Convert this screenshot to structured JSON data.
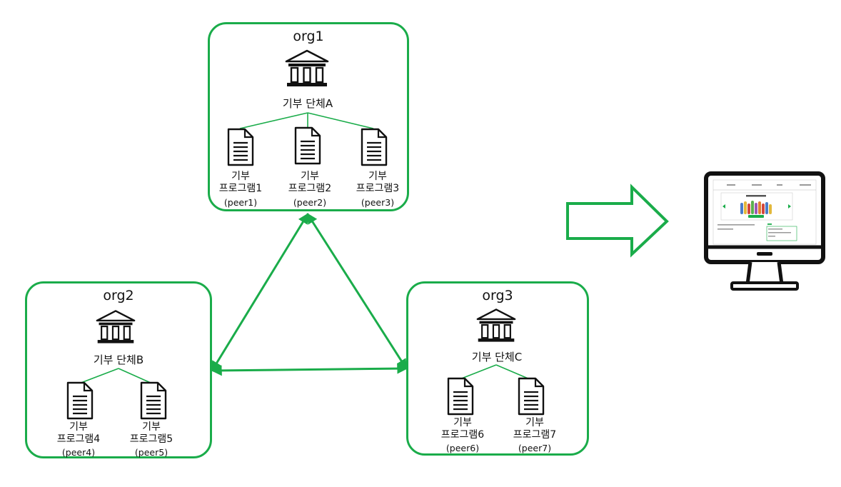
{
  "orgs": [
    {
      "label": "org1",
      "org_name": "기부 단체A",
      "peers": [
        {
          "line1": "기부",
          "line2": "프로그램1",
          "peer_id": "(peer1)"
        },
        {
          "line1": "기부",
          "line2": "프로그램2",
          "peer_id": "(peer2)"
        },
        {
          "line1": "기부",
          "line2": "프로그램3",
          "peer_id": "(peer3)"
        }
      ]
    },
    {
      "label": "org2",
      "org_name": "기부 단체B",
      "peers": [
        {
          "line1": "기부",
          "line2": "프로그램4",
          "peer_id": "(peer4)"
        },
        {
          "line1": "기부",
          "line2": "프로그램5",
          "peer_id": "(peer5)"
        }
      ]
    },
    {
      "label": "org3",
      "org_name": "기부 단체C",
      "peers": [
        {
          "line1": "기부",
          "line2": "프로그램6",
          "peer_id": "(peer6)"
        },
        {
          "line1": "기부",
          "line2": "프로그램7",
          "peer_id": "(peer7)"
        }
      ]
    }
  ],
  "colors": {
    "accent": "#1aac4a",
    "icon": "#111111",
    "arrow_fill": "#ffffff"
  },
  "icons": {
    "org": "institution-building-icon",
    "peer": "document-icon",
    "client": "desktop-monitor-icon",
    "flow": "right-arrow-icon"
  }
}
